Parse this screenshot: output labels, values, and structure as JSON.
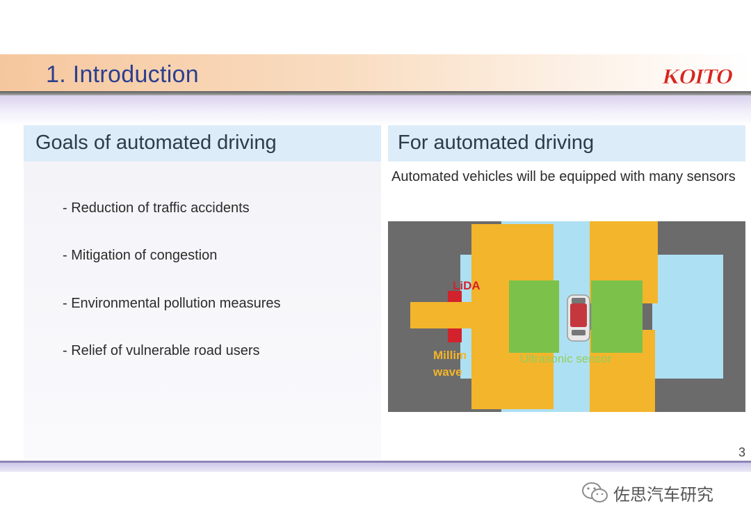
{
  "slide": {
    "title": "1. Introduction",
    "logo_text": "KOITO",
    "page_number": "3"
  },
  "left_section": {
    "heading": "Goals of automated driving",
    "bullets": [
      "- Reduction of traffic accidents",
      "- Mitigation of congestion",
      "- Environmental pollution measures",
      "- Relief of vulnerable road users"
    ]
  },
  "right_section": {
    "heading": "For automated driving",
    "subtitle": "Automated vehicles will be equipped with many sensors",
    "diagram_labels": {
      "lidar_fragment": "LiDA",
      "millimeter_line1": "Millim",
      "millimeter_line2": "wave",
      "ultrasonic": "Ultrasonic sensor"
    }
  },
  "watermark": {
    "text": "佐思汽车研究"
  },
  "colors": {
    "title_text": "#2a3f8f",
    "section_head_bg": "#dcecf8",
    "logo_red": "#d8251d",
    "sensor_yellow": "#f3b52b",
    "sensor_green": "#7cc24a",
    "sensor_blue": "#aee0f3",
    "sensor_red": "#d2222c",
    "road_gray": "#6b6b6b"
  },
  "icons": [
    "koito-logo",
    "car-icon",
    "wechat-icon"
  ]
}
